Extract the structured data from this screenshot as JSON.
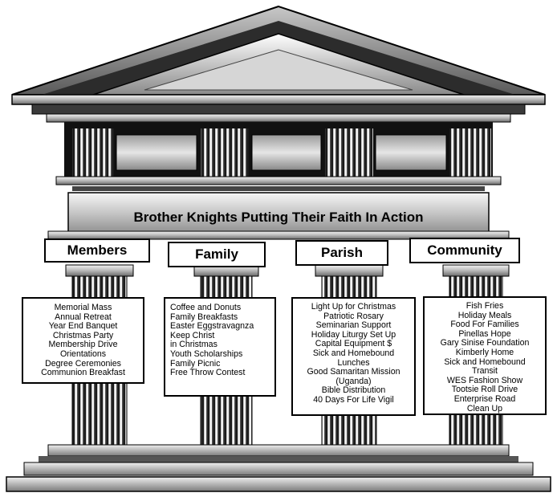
{
  "banner": "Brother Knights Putting Their Faith In Action",
  "pillars": [
    {
      "heading": "Members",
      "items": [
        "Memorial Mass",
        "Annual Retreat",
        "Year End Banquet",
        "Christmas Party",
        "Membership Drive",
        "Orientations",
        "Degree Ceremonies",
        "Communion Breakfast"
      ]
    },
    {
      "heading": "Family",
      "items": [
        "Coffee and Donuts",
        "Family Breakfasts",
        "Easter Eggstravagnza",
        "Keep Christ",
        "in Christmas",
        "Youth Scholarships",
        "Family Picnic",
        "Free Throw Contest"
      ]
    },
    {
      "heading": "Parish",
      "items": [
        "Light Up for Christmas",
        "Patriotic Rosary",
        "Seminarian Support",
        "Holiday Liturgy Set Up",
        "Capital Equipment $",
        "Sick and Homebound",
        "Lunches",
        "Good Samaritan Mission",
        "(Uganda)",
        "Bible Distribution",
        "40 Days For Life Vigil"
      ]
    },
    {
      "heading": "Community",
      "items": [
        "Fish Fries",
        "Holiday Meals",
        "Food For Families",
        "Pinellas Hope",
        "Gary Sinise Foundation",
        "Kimberly Home",
        "Sick and Homebound",
        "Transit",
        "WES Fashion Show",
        "Tootsie Roll Drive",
        "Enterprise Road",
        "Clean Up"
      ]
    }
  ]
}
